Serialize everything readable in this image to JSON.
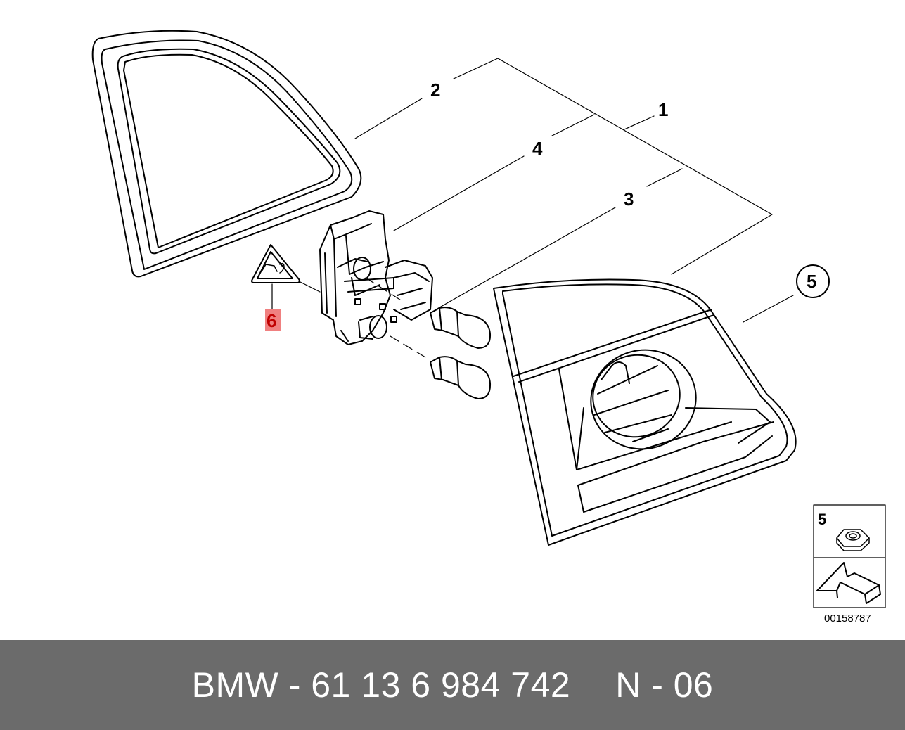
{
  "callouts": {
    "c1": "1",
    "c2": "2",
    "c3": "3",
    "c4": "4",
    "c5": "5",
    "c6": "6"
  },
  "legend": {
    "item_number": "5",
    "diagram_id": "00158787"
  },
  "footer": {
    "part_number": "BMW - 61 13 6 984 742",
    "group_code": "N - 06"
  },
  "colors": {
    "highlight": "#f08080",
    "highlight_text": "#c00000",
    "footer_bg": "#6b6b6b",
    "line": "#000000"
  }
}
